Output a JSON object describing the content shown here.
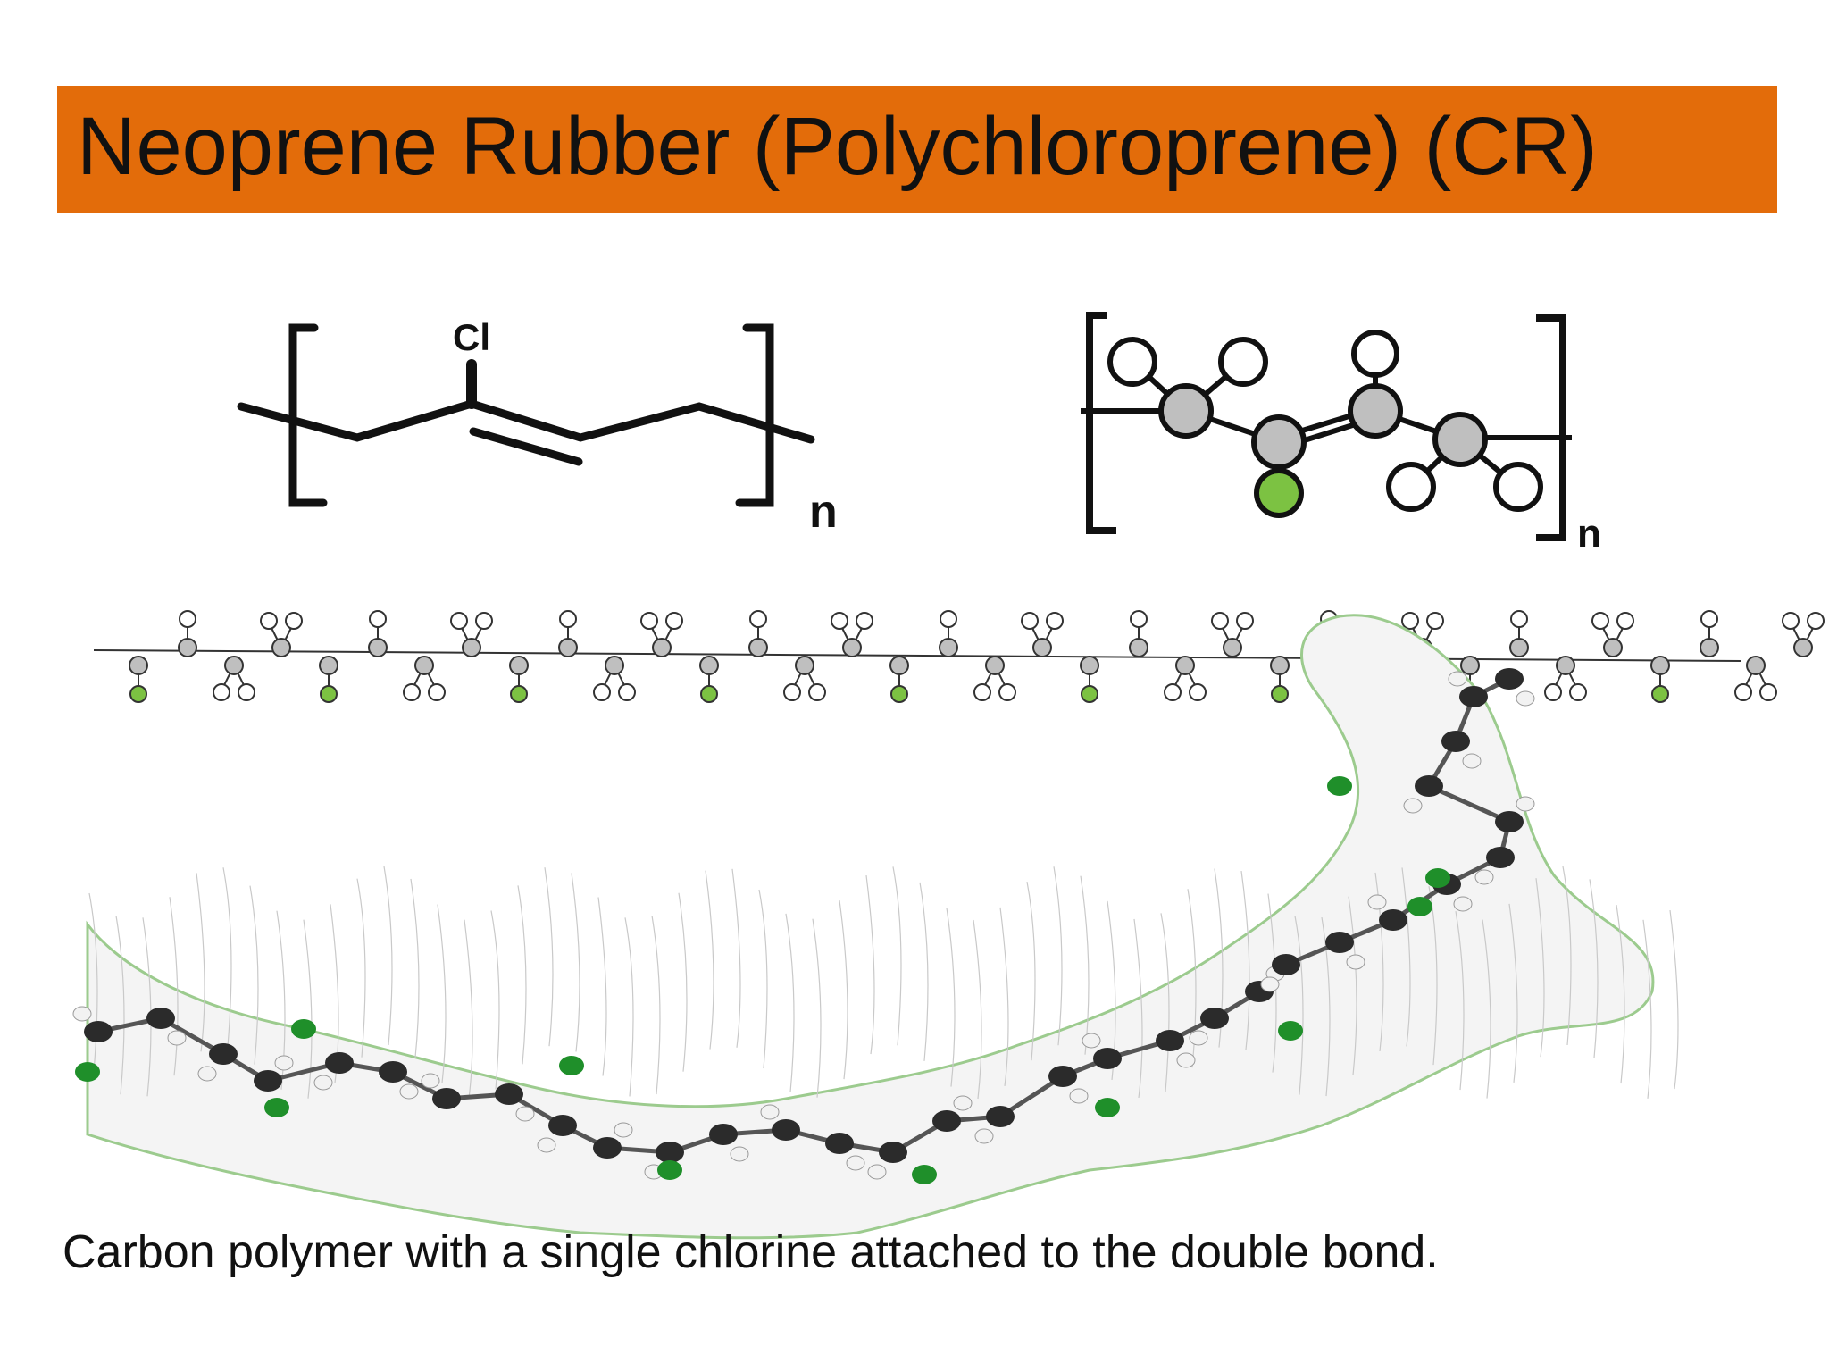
{
  "slide": {
    "title": "Neoprene Rubber (Polychloroprene) (CR)",
    "caption": "Carbon polymer with a single chlorine attached to the double bond."
  },
  "skeletal_formula": {
    "substituent_label": "Cl",
    "repeat_label": "n"
  },
  "ball_model": {
    "repeat_label": "n"
  },
  "colors": {
    "title_bar": "#E36C0A",
    "chlorine": "#7CC242",
    "carbon": "#BFBFBF",
    "hydrogen": "#FFFFFF",
    "mesh": "#9CCB8E"
  }
}
